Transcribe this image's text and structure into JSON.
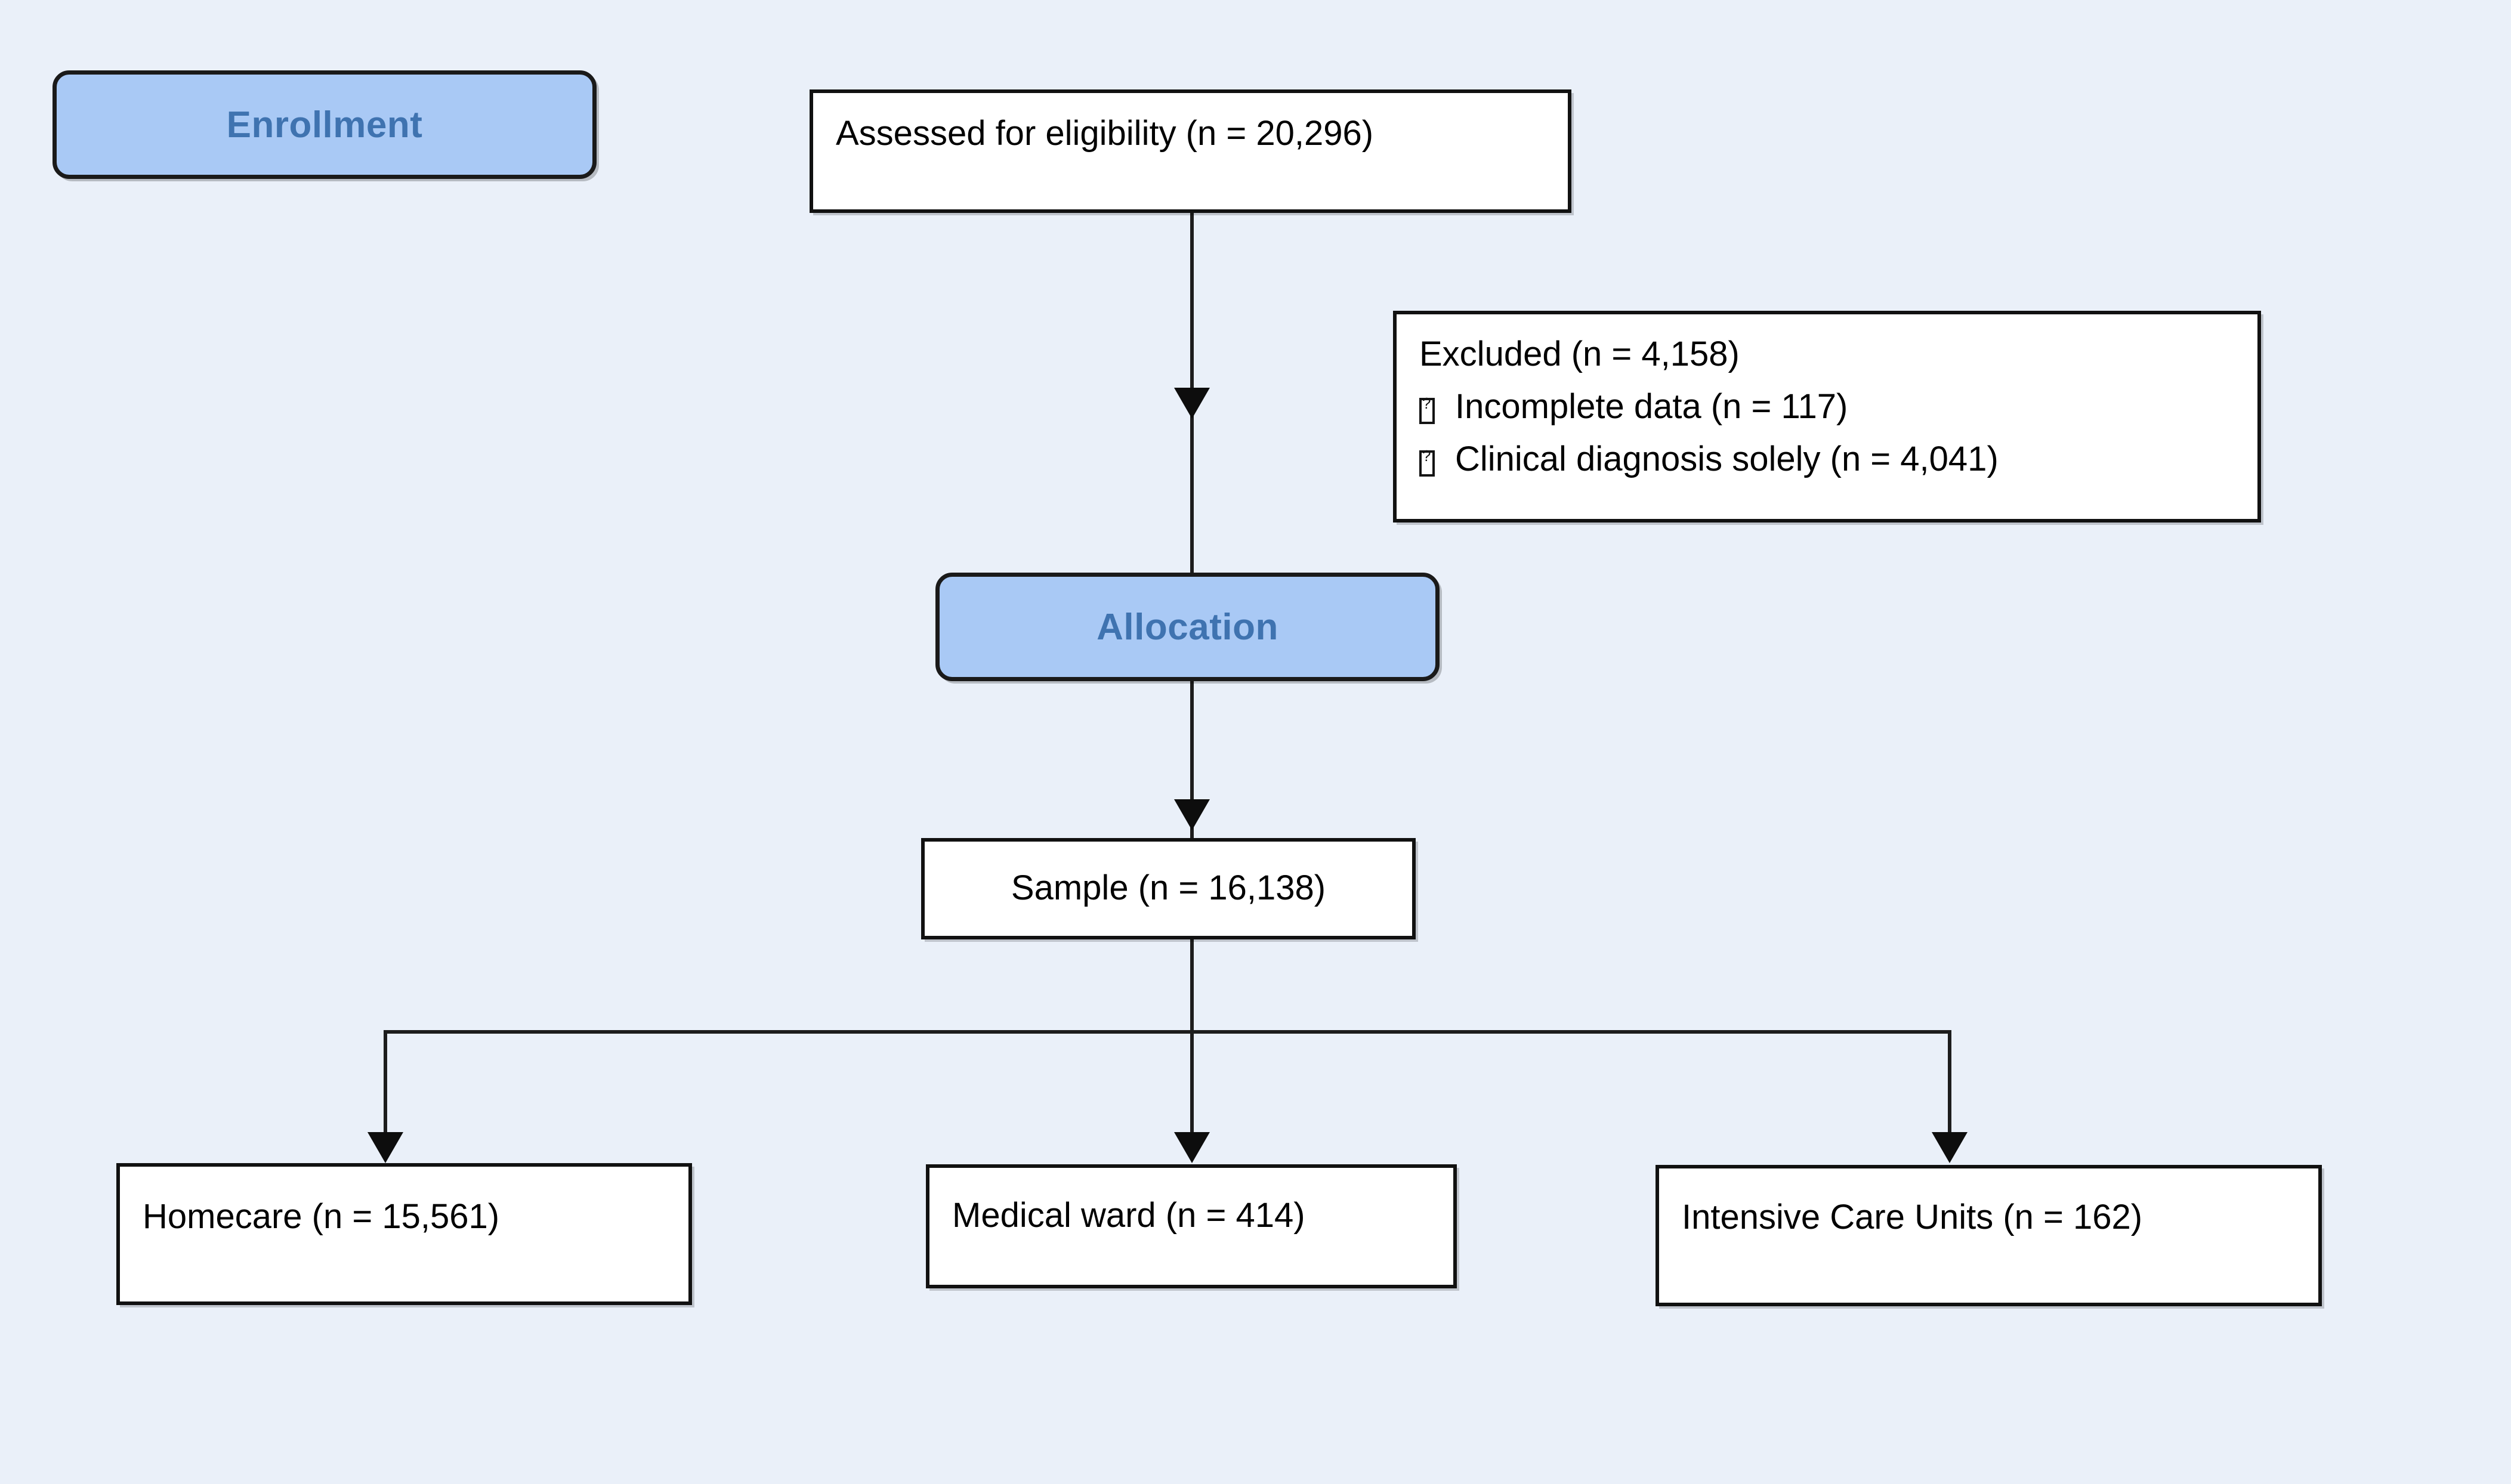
{
  "figure": {
    "type": "consort-flow-diagram",
    "background_color": "#eaf0f9",
    "badge_fill_color": "#a9c9f5",
    "badge_text_color": "#3f73b0",
    "box_fill_color": "#ffffff",
    "line_color": "#1d1d1d"
  },
  "stages": {
    "enrollment": {
      "label": "Enrollment"
    },
    "allocation": {
      "label": "Allocation"
    }
  },
  "nodes": {
    "assessed": {
      "label": "Assessed for eligibility (n = 20,296)",
      "n": 20296
    },
    "excluded": {
      "heading": "Excluded (n = 4,158)",
      "n": 4158,
      "reasons": [
        {
          "label": "Incomplete data (n = 117)",
          "n": 117,
          "bullet": "tofu-missing-glyph"
        },
        {
          "label": "Clinical diagnosis solely (n = 4,041)",
          "n": 4041,
          "bullet": "tofu-missing-glyph"
        }
      ]
    },
    "sample": {
      "label": "Sample (n = 16,138)",
      "n": 16138
    },
    "homecare": {
      "label": "Homecare (n = 15,561)",
      "n": 15561
    },
    "medical_ward": {
      "label": "Medical ward (n = 414)",
      "n": 414
    },
    "icu": {
      "label": "Intensive Care Units (n = 162)",
      "n": 162
    }
  }
}
